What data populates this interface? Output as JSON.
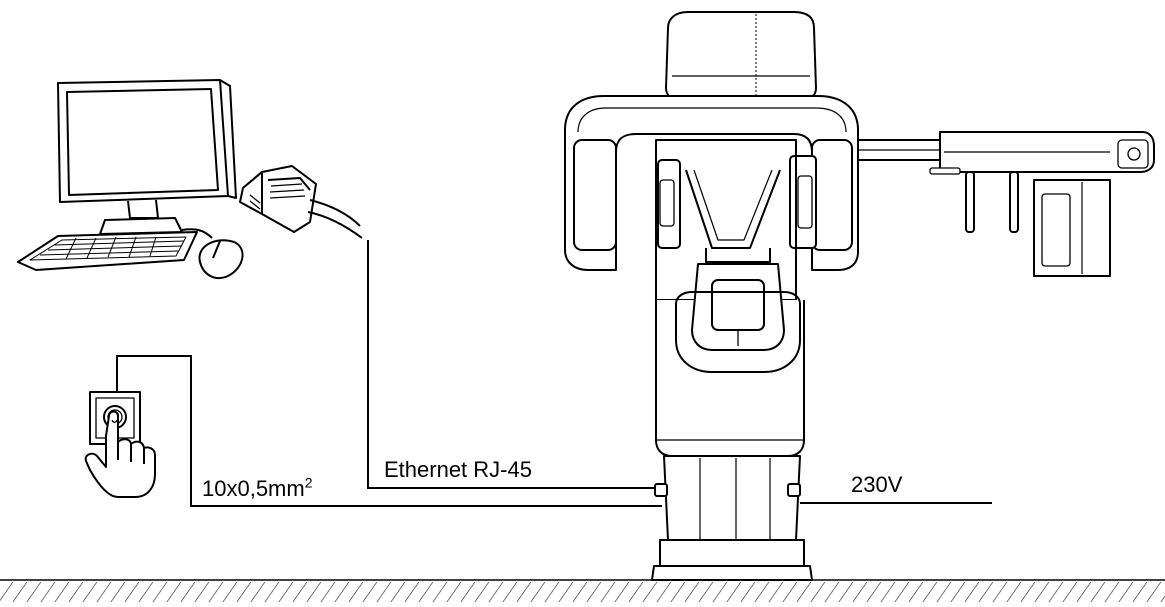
{
  "labels": {
    "cable_control": {
      "text": "10x0,5mm",
      "superscript": "2"
    },
    "cable_network": "Ethernet RJ-45",
    "power": "230V"
  },
  "colors": {
    "line": "#000000",
    "background": "#ffffff",
    "screen_fill": "#ffffff"
  },
  "icons": {
    "computer": "desktop-computer-icon",
    "connector": "rj45-connector-icon",
    "push_button": "hand-press-button-icon",
    "unit": "dental-xray-unit-icon",
    "floor": "floor-hatch-icon"
  }
}
